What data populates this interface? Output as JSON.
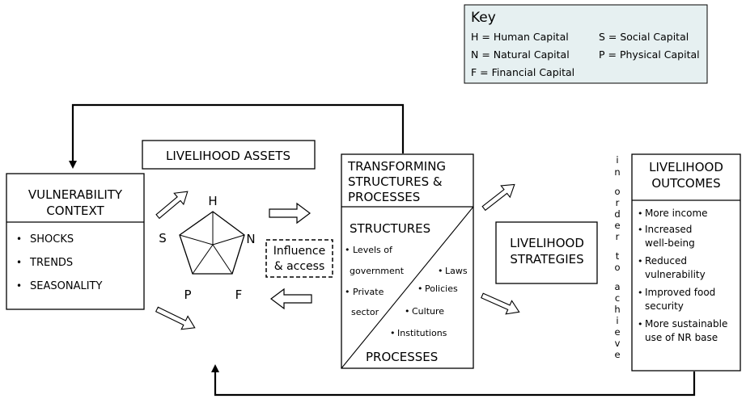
{
  "key": {
    "title": "Key",
    "entries": [
      "H = Human Capital",
      "S = Social Capital",
      "N = Natural Capital",
      "P = Physical Capital",
      "F = Financial Capital"
    ],
    "fill": "#e6f0f1"
  },
  "vulnerability": {
    "title_line1": "VULNERABILITY",
    "title_line2": "CONTEXT",
    "items": [
      "SHOCKS",
      "TRENDS",
      "SEASONALITY"
    ]
  },
  "assets": {
    "title": "LIVELIHOOD ASSETS",
    "labels": {
      "h": "H",
      "n": "N",
      "f": "F",
      "p": "P",
      "s": "S"
    }
  },
  "influence": {
    "line1": "Influence",
    "line2": "& access"
  },
  "transforming": {
    "title_line1": "TRANSFORMING",
    "title_line2": "STRUCTURES &",
    "title_line3": "PROCESSES",
    "structures_label": "STRUCTURES",
    "processes_label": "PROCESSES",
    "items": [
      "Levels of",
      "government",
      "Private",
      "sector",
      "Laws",
      "Policies",
      "Culture",
      "Institutions"
    ]
  },
  "strategies": {
    "line1": "LIVELIHOOD",
    "line2": "STRATEGIES"
  },
  "in_order_to_achieve": [
    "i",
    "n",
    "o",
    "r",
    "d",
    "e",
    "r",
    "t",
    "o",
    "a",
    "c",
    "h",
    "i",
    "e",
    "v",
    "e"
  ],
  "outcomes": {
    "title_line1": "LIVELIHOOD",
    "title_line2": "OUTCOMES",
    "items": [
      "More income",
      "Increased",
      "well-being",
      "Reduced",
      "vulnerability",
      "Improved food",
      "security",
      "More sustainable",
      "use of NR base"
    ]
  }
}
